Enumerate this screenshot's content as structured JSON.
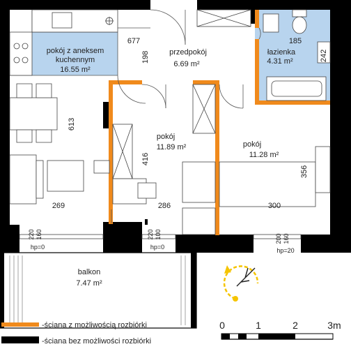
{
  "rooms": {
    "kitchen": {
      "name_line1": "pokój z aneksem",
      "name_line2": "kuchennym",
      "area": "16.55 m²"
    },
    "hall": {
      "name": "przedpokój",
      "area": "6.69 m²"
    },
    "bathroom": {
      "name": "łazienka",
      "area": "4.31 m²"
    },
    "room_mid": {
      "name": "pokój",
      "area": "11.89 m²"
    },
    "room_right": {
      "name": "pokój",
      "area": "11.28 m²"
    },
    "balcony": {
      "name": "balkon",
      "area": "7.47 m²"
    }
  },
  "dimensions": {
    "d677": "677",
    "d198": "198",
    "d185": "185",
    "d242": "242",
    "d613": "613",
    "d416": "416",
    "d356": "356",
    "d269": "269",
    "d286": "286",
    "d300": "300",
    "w1_a": "220",
    "w1_b": "160",
    "w2_a": "220",
    "w2_b": "100",
    "w3_a": "200",
    "w3_b": "160"
  },
  "sill_heights": {
    "hp1": "hp=0",
    "hp2": "hp=0",
    "hp3": "hp=20"
  },
  "legend": {
    "removable": "-ściana z możliwością rozbiórki",
    "fixed": "-ściana bez możliwości rozbiórki"
  },
  "scale": {
    "s0": "0",
    "s1": "1",
    "s2": "2",
    "s3": "3m"
  },
  "colors": {
    "removable_wall": "#f08a1c",
    "fixed_wall": "#000000",
    "wet_area": "#b8d4ee",
    "compass": "#f5c400"
  },
  "icons": {
    "compass": "compass-north-arrow"
  }
}
